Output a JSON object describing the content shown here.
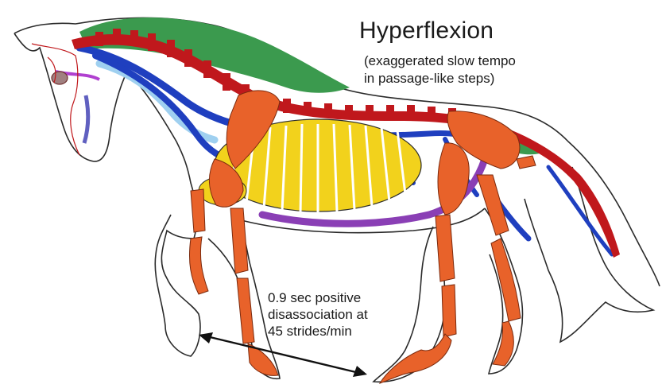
{
  "title": "Hyperflexion",
  "subtitle_line1": "(exaggerated slow tempo",
  "subtitle_line2": "in passage-like steps)",
  "annotation_line1": "0.9 sec positive",
  "annotation_line2": "disassociation at",
  "annotation_line3": "45 strides/min",
  "colors": {
    "background": "#ffffff",
    "outline": "#2b2b2b",
    "bone": "#e8622a",
    "spine": "#c0181c",
    "muscle_blue": "#1f3fbf",
    "ligament_green": "#3b9a4e",
    "ribs_yellow": "#f2d21c",
    "abdominal_purple": "#8a3fb5",
    "light_blue": "#9fd0f0"
  }
}
